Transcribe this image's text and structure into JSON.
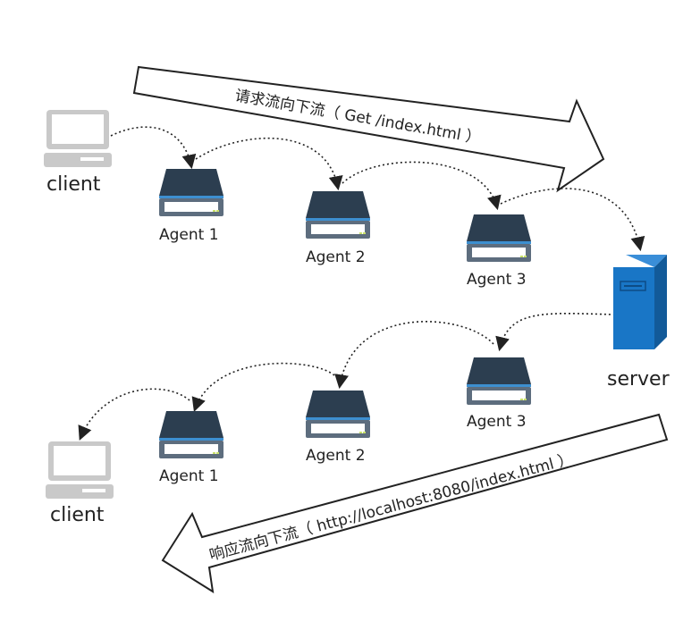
{
  "diagram": {
    "request_arrow_label": "请求流向下流（ Get /index.html ）",
    "response_arrow_label": "响应流向下流（ http://localhost:8080/index.html ）",
    "top_row": {
      "client_label": "client",
      "agents": [
        "Agent 1",
        "Agent 2",
        "Agent 3"
      ],
      "server_label": "server"
    },
    "bottom_row": {
      "client_label": "client",
      "agents": [
        "Agent 1",
        "Agent 2",
        "Agent 3"
      ]
    },
    "colors": {
      "agent_body": "#2c3e50",
      "agent_stand": "#5d6d7e",
      "server_blue": "#1976c6",
      "client_gray": "#c8c8c8",
      "arrow_stroke": "#222222"
    },
    "icons": {
      "client": "laptop-icon",
      "agent": "scanner-icon",
      "server": "server-tower-icon"
    }
  }
}
